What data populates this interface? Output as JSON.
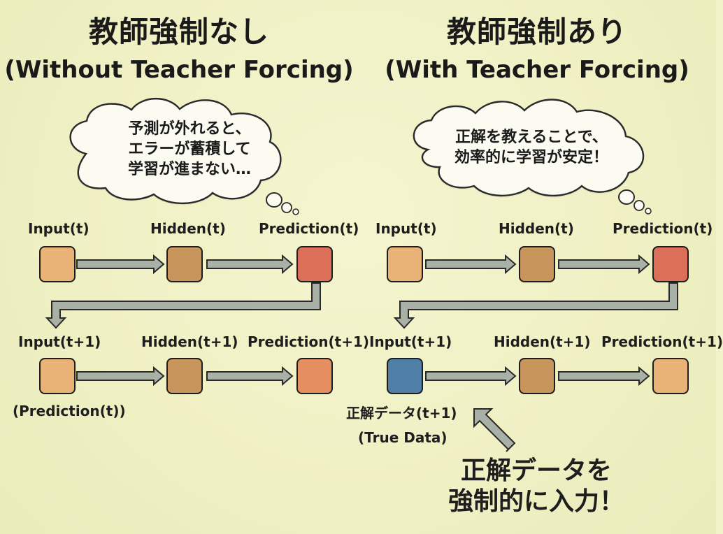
{
  "left": {
    "title_jp": "教師強制なし",
    "title_en": "(Without Teacher Forcing)",
    "bubble_text": "予測が外れると、\nエラーが蓄積して\n学習が進まない…",
    "row1": {
      "input": "Input(t)",
      "hidden": "Hidden(t)",
      "prediction": "Prediction(t)"
    },
    "row2": {
      "input": "Input(t+1)",
      "hidden": "Hidden(t+1)",
      "prediction": "Prediction(t+1)",
      "input_note": "(Prediction(t))"
    }
  },
  "right": {
    "title_jp": "教師強制あり",
    "title_en": "(With Teacher Forcing)",
    "bubble_text": "正解を教えることで、\n効率的に学習が安定！",
    "row1": {
      "input": "Input(t)",
      "hidden": "Hidden(t)",
      "prediction": "Prediction(t)"
    },
    "row2": {
      "input": "Input(t+1)",
      "hidden": "Hidden(t+1)",
      "prediction": "Prediction(t+1)",
      "true_data_jp": "正解データ(t+1)",
      "true_data_en": "(True Data)"
    },
    "force_text": "正解データを\n強制的に入力！"
  },
  "colors": {
    "background": "#f2f2c8",
    "input_box": "#e9b277",
    "hidden_box": "#c8965d",
    "prediction_box": "#db6f58",
    "prediction_box_alt": "#e58f60",
    "true_data_box": "#4f7ea6",
    "arrow_fill": "#a9b0a6",
    "arrow_stroke": "#2a2a2a",
    "bubble_fill": "#fbfbf2"
  }
}
